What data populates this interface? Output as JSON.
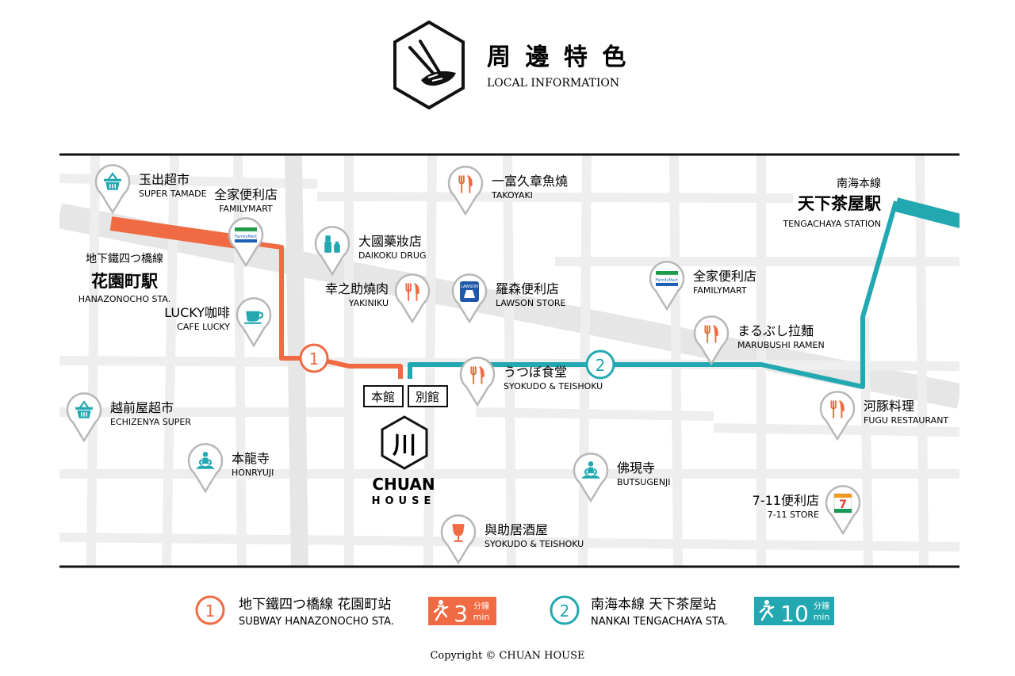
{
  "header": {
    "title": "周 邊 特 色",
    "subtitle": "LOCAL INFORMATION"
  },
  "colors": {
    "orange": "#f06a43",
    "teal": "#22a8b0",
    "pin_gray": "#b8b8b8",
    "road": "#ececec",
    "road_major": "#e0e0e0",
    "familymart_green": "#1f9a4a",
    "familymart_blue": "#1c5fb5",
    "lawson_blue": "#1f58a8",
    "seven_red": "#e23b2e",
    "seven_orange": "#f29a1e",
    "seven_green": "#1a9a56"
  },
  "map": {
    "stations": {
      "hanazonocho": {
        "line": "地下鐵四つ橋線",
        "name": "花園町駅",
        "en": "HANAZONOCHO STA."
      },
      "tengachaya": {
        "line": "南海本線",
        "name": "天下茶屋駅",
        "en": "TENGACHAYA STATION"
      }
    },
    "route_markers": [
      "1",
      "2"
    ],
    "hotel": {
      "main_building": "本館",
      "annex": "別館",
      "logo_glyph": "川",
      "brand": "CHUAN",
      "brand_sub": "HOUSE"
    },
    "pois": [
      {
        "id": "super-tamade",
        "icon": "basket-icon",
        "zh": "玉出超市",
        "en": "SUPER TAMADE"
      },
      {
        "id": "familymart-1",
        "icon": "familymart-logo",
        "zh": "全家便利店",
        "en": "FAMILYMART",
        "logo_text": "FamilyMart"
      },
      {
        "id": "takoyaki",
        "icon": "fork-knife-icon",
        "zh": "一富久章魚燒",
        "en": "TAKOYAKI"
      },
      {
        "id": "daikoku-drug",
        "icon": "cosmetics-icon",
        "zh": "大國藥妝店",
        "en": "DAIKOKU DRUG"
      },
      {
        "id": "yakiniku",
        "icon": "fork-knife-icon",
        "zh": "幸之助燒肉",
        "en": "YAKINIKU"
      },
      {
        "id": "lawson",
        "icon": "lawson-logo",
        "zh": "羅森便利店",
        "en": "LAWSON STORE",
        "logo_text": "LAWSON"
      },
      {
        "id": "familymart-2",
        "icon": "familymart-logo",
        "zh": "全家便利店",
        "en": "FAMILYMART",
        "logo_text": "FamilyMart"
      },
      {
        "id": "cafe-lucky",
        "icon": "coffee-cup-icon",
        "zh": "LUCKY咖啡",
        "en": "CAFE LUCKY"
      },
      {
        "id": "marubushi",
        "icon": "fork-knife-icon",
        "zh": "まるぶし拉麵",
        "en": "MARUBUSHI RAMEN"
      },
      {
        "id": "utsubo",
        "icon": "fork-knife-icon",
        "zh": "うつぼ食堂",
        "en": "SYOKUDO & TEISHOKU"
      },
      {
        "id": "echizenya",
        "icon": "basket-icon",
        "zh": "越前屋超市",
        "en": "ECHIZENYA SUPER"
      },
      {
        "id": "fugu",
        "icon": "fork-knife-icon",
        "zh": "河豚料理",
        "en": "FUGU RESTAURANT"
      },
      {
        "id": "honryuji",
        "icon": "meditation-icon",
        "zh": "本龍寺",
        "en": "HONRYUJI"
      },
      {
        "id": "butsugenji",
        "icon": "meditation-icon",
        "zh": "佛現寺",
        "en": "BUTSUGENJI"
      },
      {
        "id": "seven-eleven",
        "icon": "seven-eleven-logo",
        "zh": "7-11便利店",
        "en": "7-11 STORE",
        "logo_text": "7"
      },
      {
        "id": "yosuke-izakaya",
        "icon": "wine-glass-icon",
        "zh": "與助居酒屋",
        "en": "SYOKUDO & TEISHOKU"
      }
    ]
  },
  "legend": [
    {
      "number": "1",
      "zh": "地下鐵四つ橋線 花園町站",
      "en": "SUBWAY HANAZONOCHO STA.",
      "minutes": "3",
      "unit_zh": "分鐘",
      "unit_en": "min"
    },
    {
      "number": "2",
      "zh": "南海本線 天下茶屋站",
      "en": "NANKAI TENGACHAYA STA.",
      "minutes": "10",
      "unit_zh": "分鐘",
      "unit_en": "min"
    }
  ],
  "footer": {
    "copyright": "Copyright © CHUAN HOUSE"
  }
}
